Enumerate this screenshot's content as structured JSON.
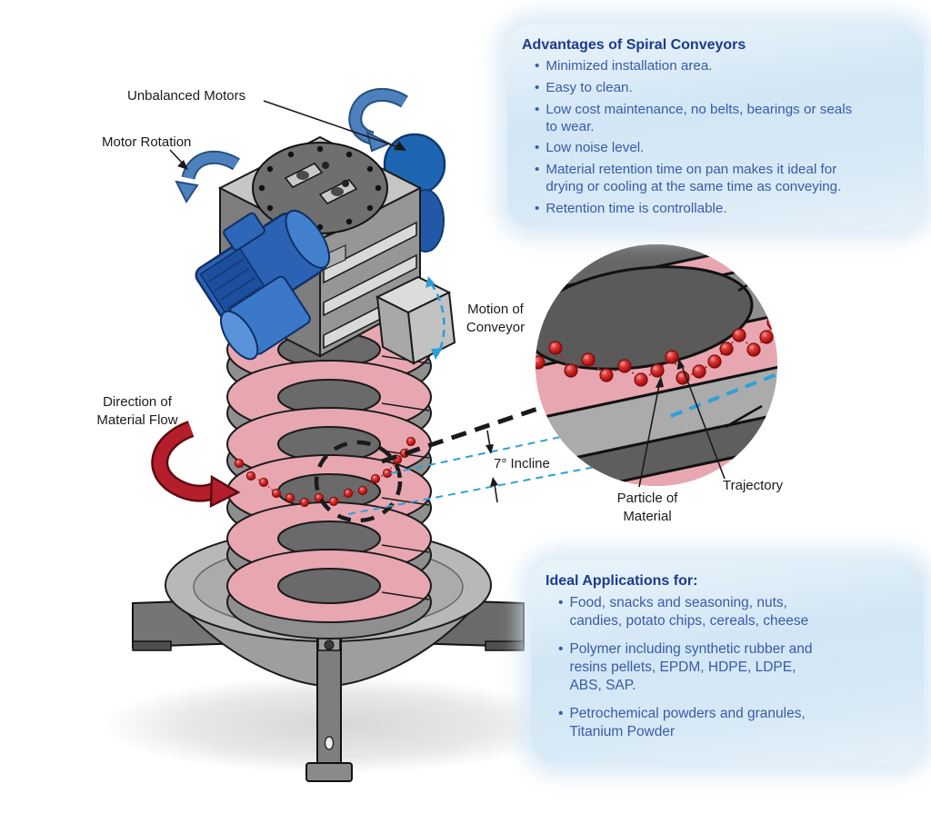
{
  "panels": {
    "bullet_glyph": "•",
    "advantages": {
      "title": "Advantages of Spiral Conveyors",
      "items": [
        "Minimized installation area.",
        "Easy to clean.",
        "Low cost maintenance, no belts, bearings or seals to wear.",
        "Low noise level.",
        "Material retention time on pan makes it ideal for drying or cooling at the same time as conveying.",
        "Retention time is controllable."
      ]
    },
    "applications": {
      "title": "Ideal Applications for:",
      "items": [
        "Food, snacks and seasoning, nuts, candies, potato chips, cereals, cheese",
        "Polymer including synthetic rubber and resins pellets, EPDM, HDPE, LDPE, ABS, SAP.",
        "Petrochemical powders and granules, Titanium Powder"
      ]
    }
  },
  "diagram": {
    "labels": {
      "unbalanced_motors": "Unbalanced Motors",
      "motor_rotation": "Motor Rotation",
      "motion_line1": "Motion of",
      "motion_line2": "Conveyor",
      "flow_line1": "Direction of",
      "flow_line2": "Material Flow",
      "incline": "7° Incline",
      "particle_line1": "Particle of",
      "particle_line2": "Material",
      "trajectory": "Trajectory"
    },
    "colors": {
      "pan_pink": "#E8A7B0",
      "frame_gray": "#8F8F8F",
      "motor_blue": "#2B62B4",
      "rotation_arrow_blue": "#4E80BE",
      "material_flow_red": "#B41F2B",
      "particle_red": "#C41E1E",
      "guide_cyan": "#2F9FD8",
      "panel_blue_bg": "#D3E6F5",
      "heading_navy": "#1E3A8C",
      "body_blue": "#3A5AA8"
    }
  }
}
